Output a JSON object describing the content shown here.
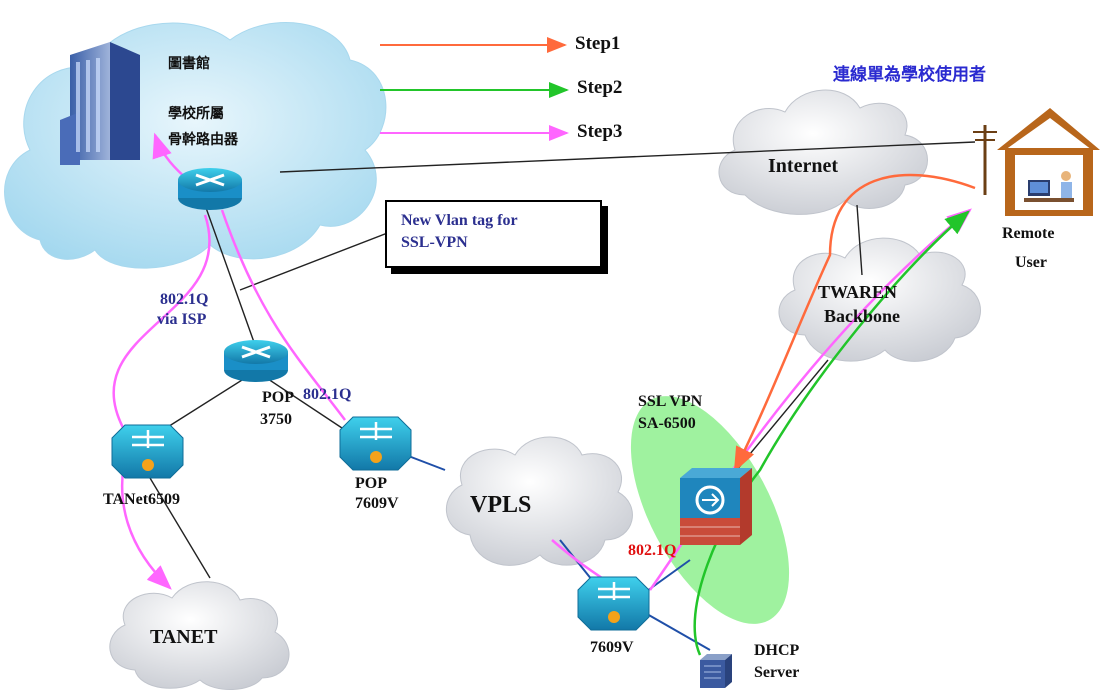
{
  "header": {
    "note": "連線單為學校使用者"
  },
  "legend": {
    "step1": "Step1",
    "step2": "Step2",
    "step3": "Step3",
    "step1_color": "#ff6a3c",
    "step2_color": "#22c52a",
    "step3_color": "#ff66ff"
  },
  "library": {
    "title": "圖書館",
    "router_line1": "學校所屬",
    "router_line2": "骨幹路由器"
  },
  "callout": {
    "line1": "New Vlan tag for",
    "line2": "SSL-VPN"
  },
  "labels": {
    "dot1q_isp_1": "802.1Q",
    "dot1q_isp_2": "via ISP",
    "dot1q_pop": "802.1Q",
    "dot1q_sa": "802.1Q",
    "pop3750_1": "POP",
    "pop3750_2": "3750",
    "tanet6509": "TANet6509",
    "pop7609v_1": "POP",
    "pop7609v_2": "7609V",
    "vpls": "VPLS",
    "tanet": "TANET",
    "sw7609v": "7609V",
    "sslvpn_1": "SSL VPN",
    "sslvpn_2": "SA-6500",
    "dhcp_1": "DHCP",
    "dhcp_2": "Server",
    "internet": "Internet",
    "twaren_1": "TWAREN",
    "twaren_2": "Backbone",
    "remote_1": "Remote",
    "remote_2": "User"
  },
  "colors": {
    "cloud_sky": "#b9e3f4",
    "cloud_gray": "#e9ebef",
    "device_teal": "#1fb6d6",
    "device_blue": "#1a8fc7",
    "ssl_zone": "#8ef08e",
    "house": "#b8661b"
  }
}
